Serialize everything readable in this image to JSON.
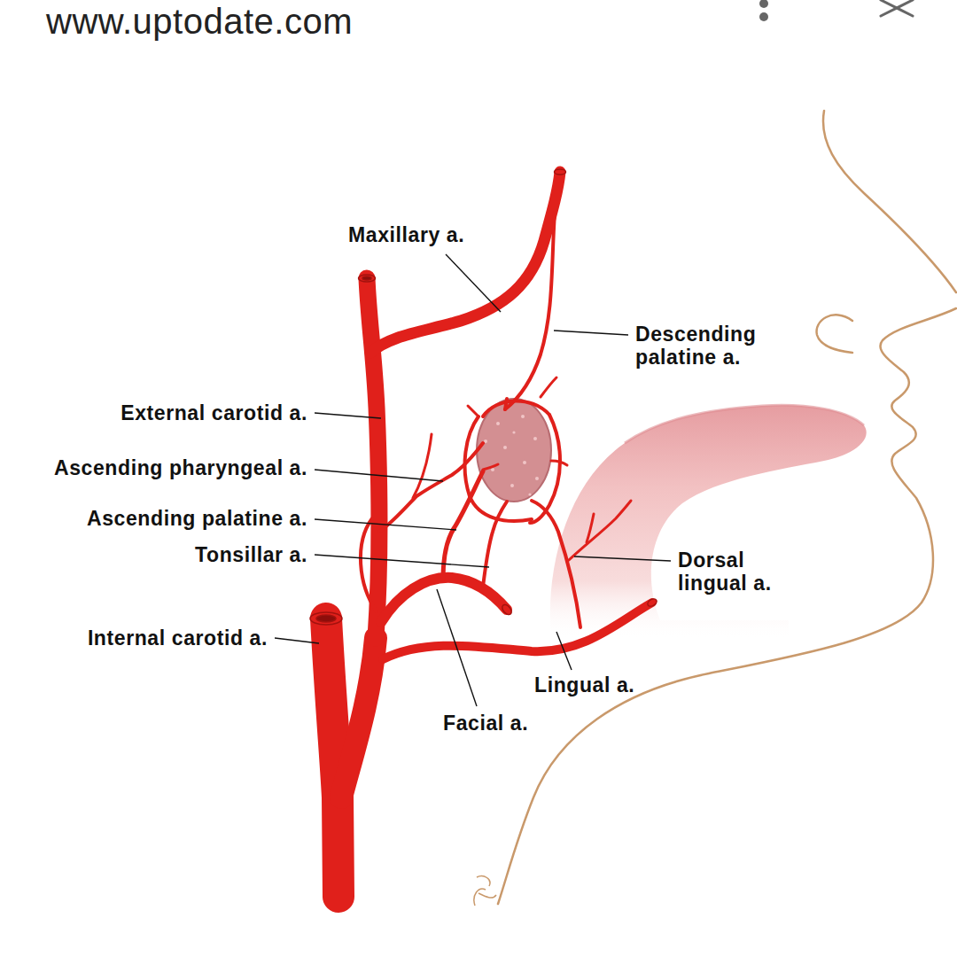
{
  "diagram": {
    "labels": [
      "www.uptodate.com",
      "Maxillary a.",
      "Descending palatine a.",
      "External carotid a.",
      "Ascending pharyngeal a.",
      "Ascending palatine a.",
      "Tonsillar a.",
      "Dorsal lingual a.",
      "Internal carotid a.",
      "Lingual a.",
      "Facial a."
    ]
  }
}
